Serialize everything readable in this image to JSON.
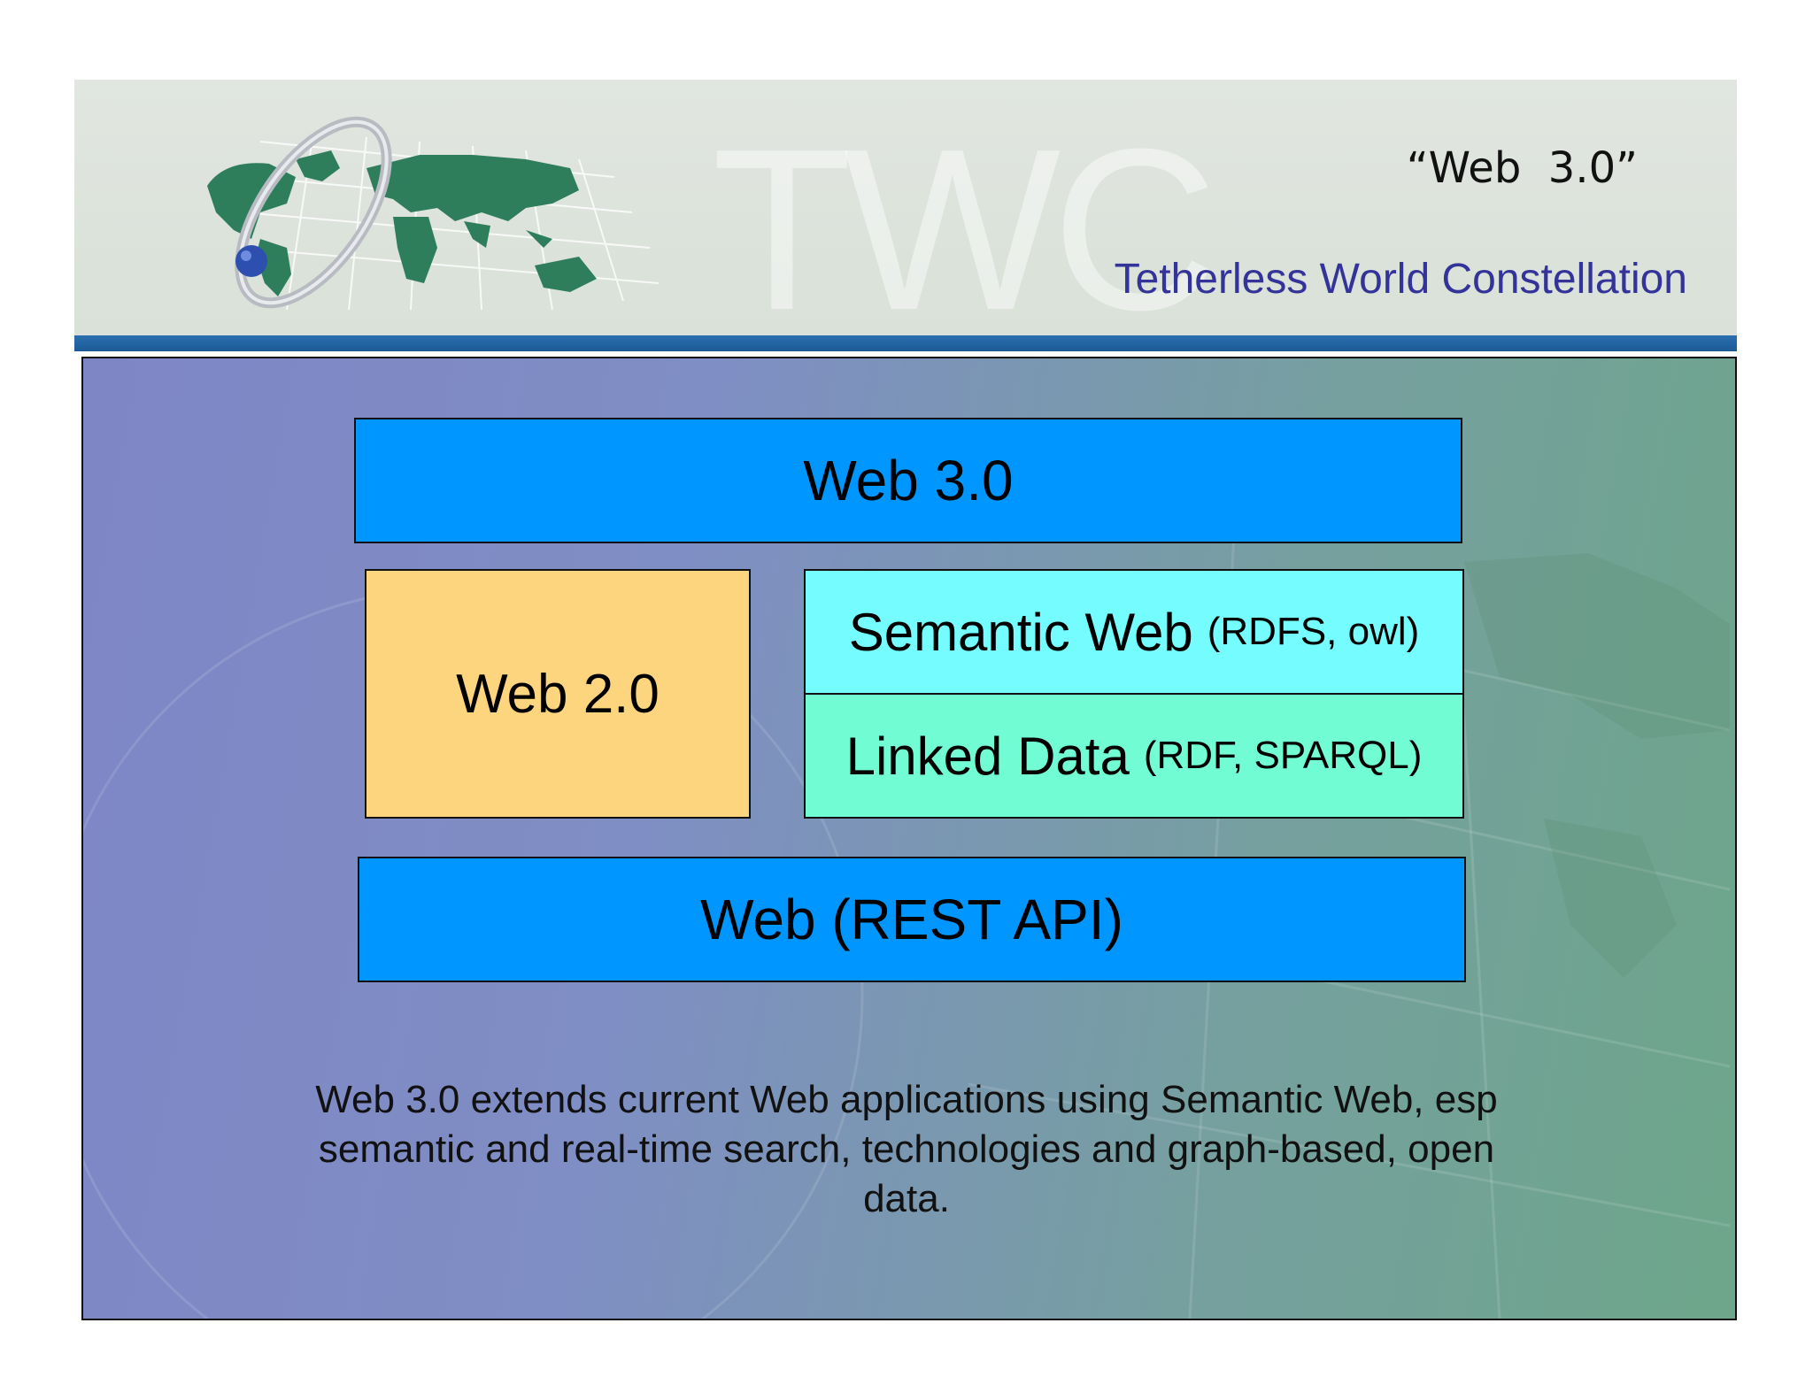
{
  "header": {
    "quote_title": "“Web  3.0”",
    "org_name": "Tetherless World Constellation",
    "watermark": "TWC"
  },
  "diagram": {
    "top_box": "Web 3.0",
    "left_box": "Web 2.0",
    "semantic_web": {
      "label": "Semantic Web",
      "detail": "(RDFS, owl)"
    },
    "linked_data": {
      "label": "Linked Data",
      "detail": "(RDF, SPARQL)"
    },
    "bottom_box": "Web (REST API)"
  },
  "caption": "Web 3.0 extends current Web applications using Semantic Web, esp semantic and real-time search, technologies and graph-based, open data.",
  "colors": {
    "web_box": "#0096ff",
    "web2_box": "#fdd57e",
    "semantic_box": "#74fcff",
    "linked_box": "#72fcd3",
    "org_text": "#33339a",
    "stripe": "#2a6fb0"
  }
}
